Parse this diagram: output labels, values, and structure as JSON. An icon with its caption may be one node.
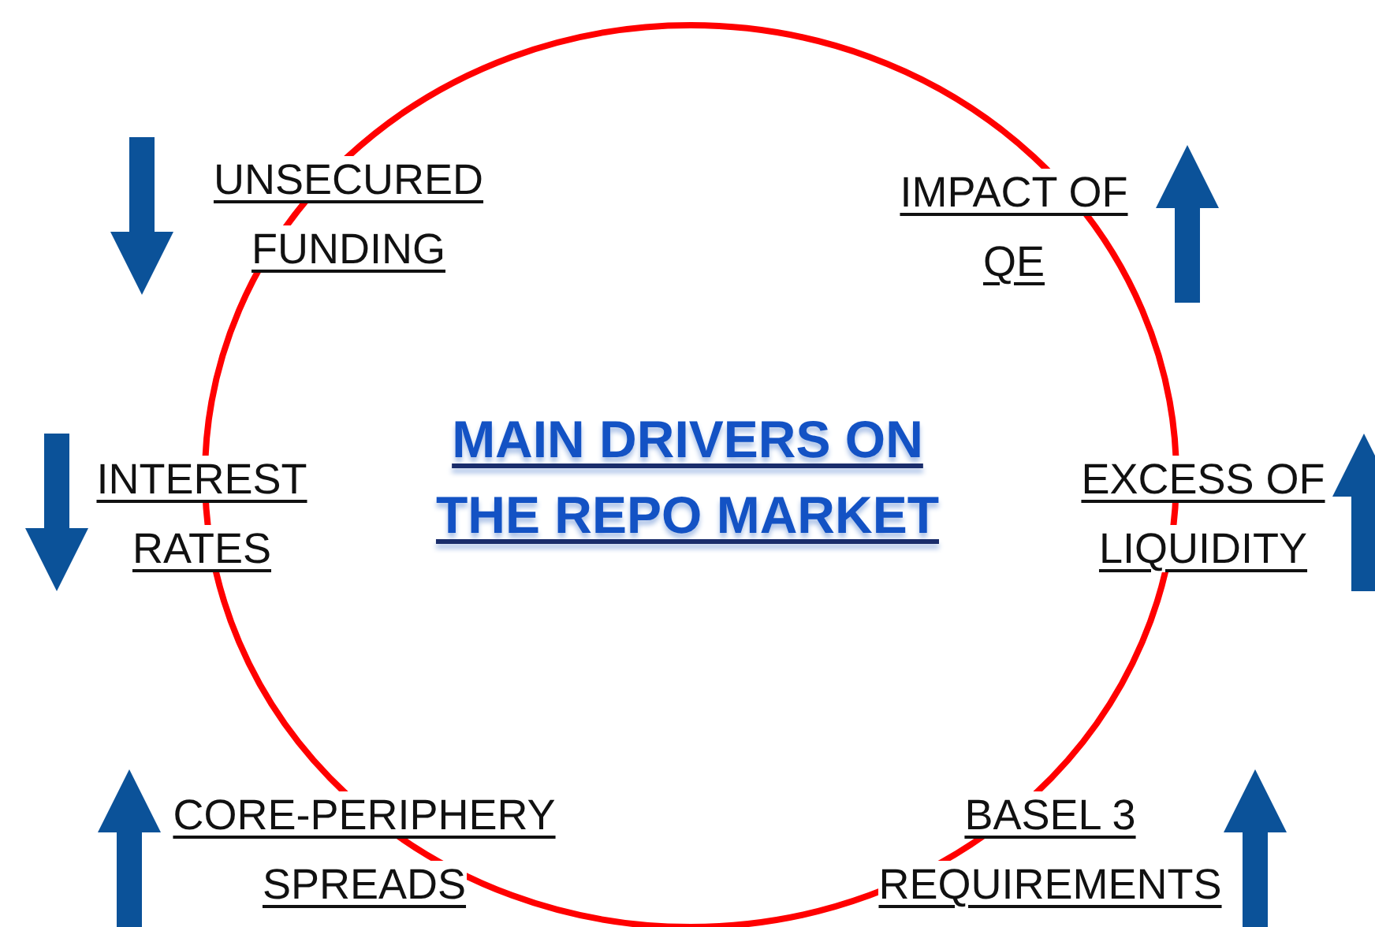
{
  "diagram": {
    "title": "MAIN DRIVERS ON THE REPO MARKET",
    "labels": [
      "UNSECURED FUNDING",
      "IMPACT OF QE",
      "INTEREST RATES",
      "EXCESS OF LIQUIDITY",
      "CORE-PERIPHERY SPREADS",
      "BASEL 3 REQUIREMENTS"
    ]
  }
}
